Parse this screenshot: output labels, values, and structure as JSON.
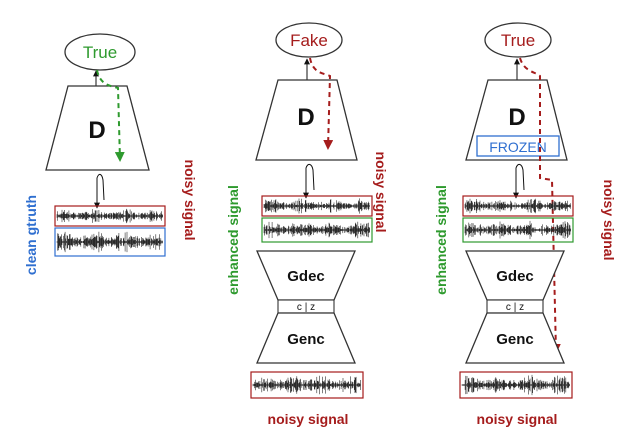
{
  "colors": {
    "green": "#2e9a2e",
    "red": "#a51c1c",
    "blue": "#2f6fd0",
    "dark": "#111111",
    "waveform": "#2a2a2a"
  },
  "panel1": {
    "output_label": "True",
    "discriminator_label": "D",
    "clean_label": "clean gtruth",
    "noisy_label": "noisy signal"
  },
  "panel2": {
    "output_label": "Fake",
    "discriminator_label": "D",
    "enhanced_label": "enhanced signal",
    "noisy_label": "noisy signal",
    "decoder_label": "Gdec",
    "latent_label": "c | z",
    "encoder_label": "Genc",
    "input_label": "noisy signal"
  },
  "panel3": {
    "output_label": "True",
    "discriminator_label": "D",
    "frozen_label": "FROZEN",
    "enhanced_label": "enhanced signal",
    "noisy_label": "noisy signal",
    "decoder_label": "Gdec",
    "latent_label": "c | z",
    "encoder_label": "Genc",
    "input_label": "noisy signal"
  }
}
